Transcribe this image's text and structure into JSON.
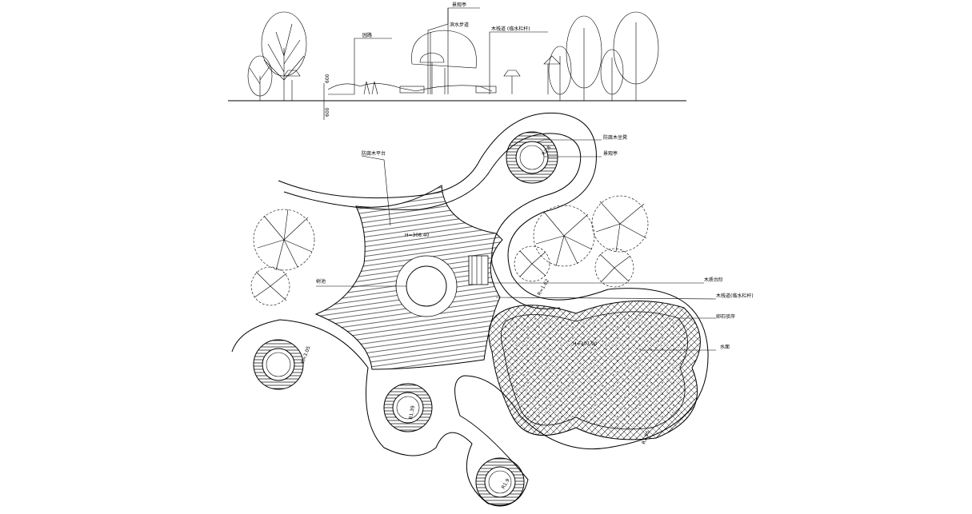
{
  "elevation": {
    "labels": [
      "园路",
      "景观亭",
      "滨水步道",
      "木栈道 (临水栏杆)"
    ],
    "dimensions": [
      "600",
      "600"
    ]
  },
  "plan": {
    "labels": {
      "wood_deck": "防腐木平台",
      "tree_pool": "树池",
      "sign_top": "防腐木坐凳",
      "sign_top2": "景观亭",
      "stairs": "木质台阶",
      "railing": "木栈道(临水栏杆)",
      "pebble_edge": "卵石驳岸",
      "water": "水面"
    },
    "elevations": {
      "deck": "H=308.40",
      "pond": "H=307.90"
    },
    "dimensions": [
      "R2.8",
      "R=1.62",
      "R=3.05",
      "R1.39",
      "R1.9",
      "R1.95"
    ]
  }
}
